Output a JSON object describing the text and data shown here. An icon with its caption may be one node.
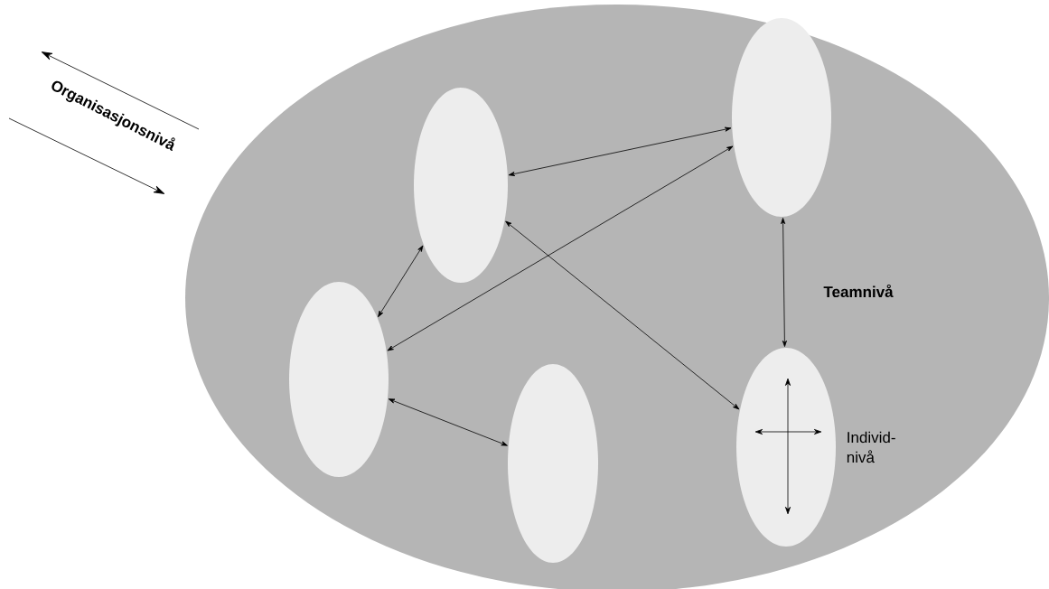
{
  "diagram": {
    "nodes": [
      {
        "text": [],
        "shape": "ellipse"
      },
      {
        "text": [],
        "shape": "ellipse",
        "in": 0
      },
      {
        "text": [],
        "shape": "ellipse",
        "in": 0
      },
      {
        "text": [],
        "shape": "ellipse",
        "in": 0
      },
      {
        "text": [],
        "shape": "ellipse",
        "in": 0
      },
      {
        "text": [],
        "shape": "ellipse",
        "in": 0,
        "beside": [
          "Individ- nivå"
        ]
      }
    ],
    "edges": [
      {
        "from": 1,
        "to": 2,
        "arrow": "both"
      },
      {
        "from": 3,
        "to": 2,
        "arrow": "both"
      },
      {
        "from": 3,
        "to": 1,
        "arrow": "both"
      },
      {
        "from": 1,
        "to": 5,
        "arrow": "both"
      },
      {
        "from": 2,
        "to": 5,
        "arrow": "both"
      },
      {
        "from": 3,
        "to": 4,
        "arrow": "both"
      }
    ],
    "labels": [
      "Organisasjonsnivå",
      "Teamnivå"
    ]
  }
}
